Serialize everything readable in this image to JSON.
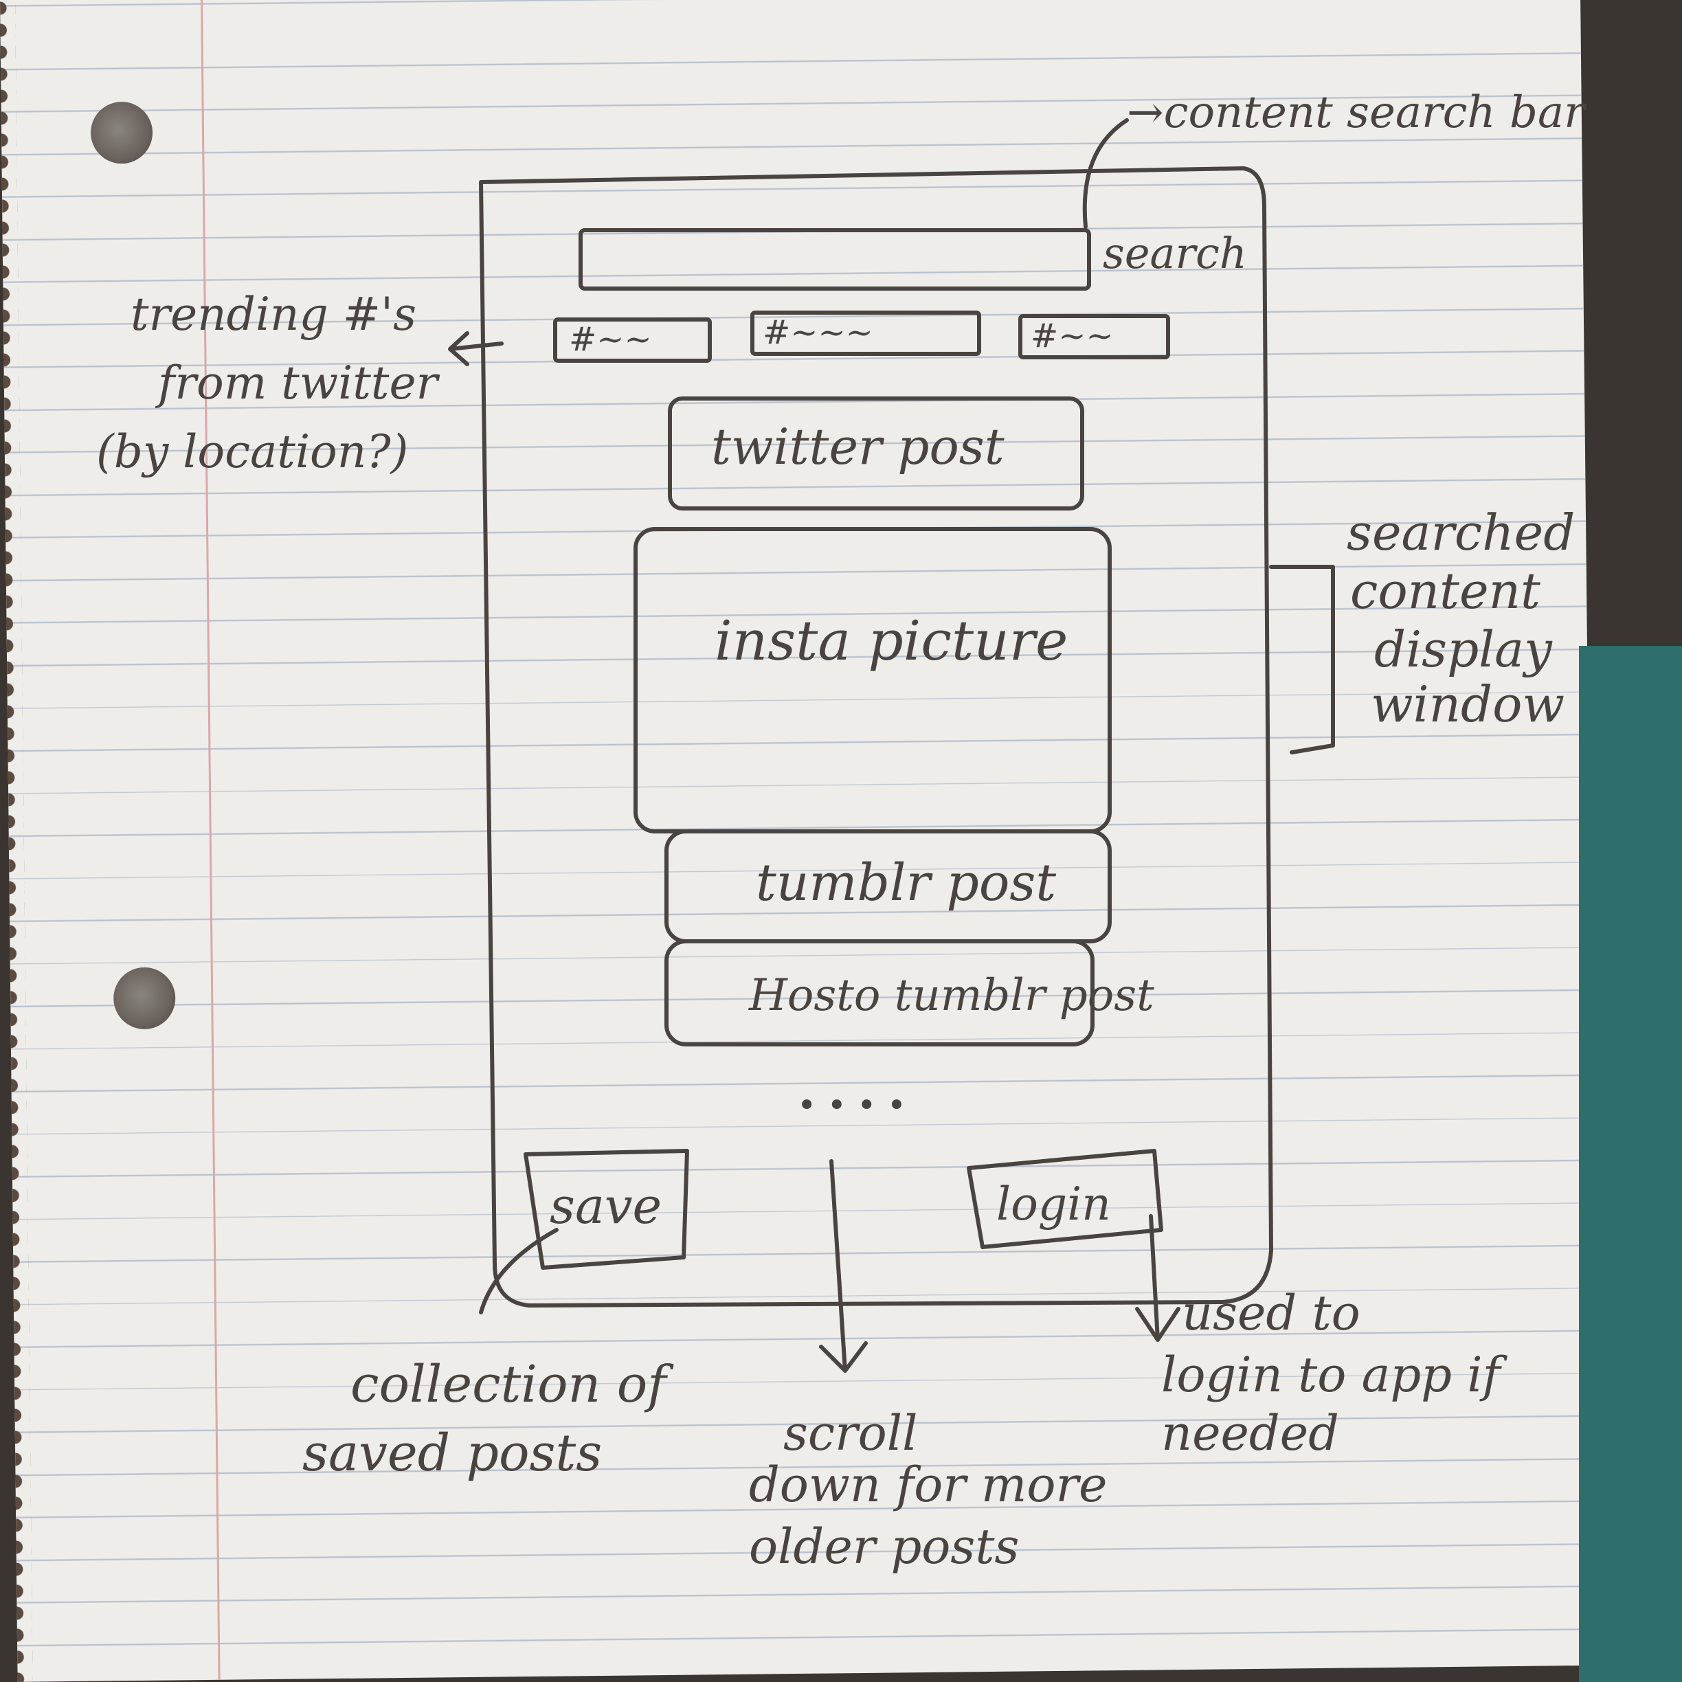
{
  "annotations": {
    "search_bar": "→content search bar",
    "trending": [
      "trending #'s",
      "from twitter",
      "(by location?)"
    ],
    "content_window": [
      "searched",
      "content",
      "display",
      "window"
    ],
    "saved": [
      "collection of",
      "saved posts"
    ],
    "scroll": [
      "scroll",
      "down for more",
      "older posts"
    ],
    "login_note": [
      "used to",
      "login to app if",
      "needed"
    ]
  },
  "wireframe": {
    "search_label": "search",
    "hashtags": [
      "#~~",
      "#~~~",
      "#~~"
    ],
    "twitter_post": "twitter post",
    "insta_picture": "insta picture",
    "tumblr_post_1": "tumblr post",
    "tumblr_post_2": "Hosto tumblr post",
    "ellipsis": "• • • •",
    "save_button": "save",
    "login_button": "login"
  }
}
